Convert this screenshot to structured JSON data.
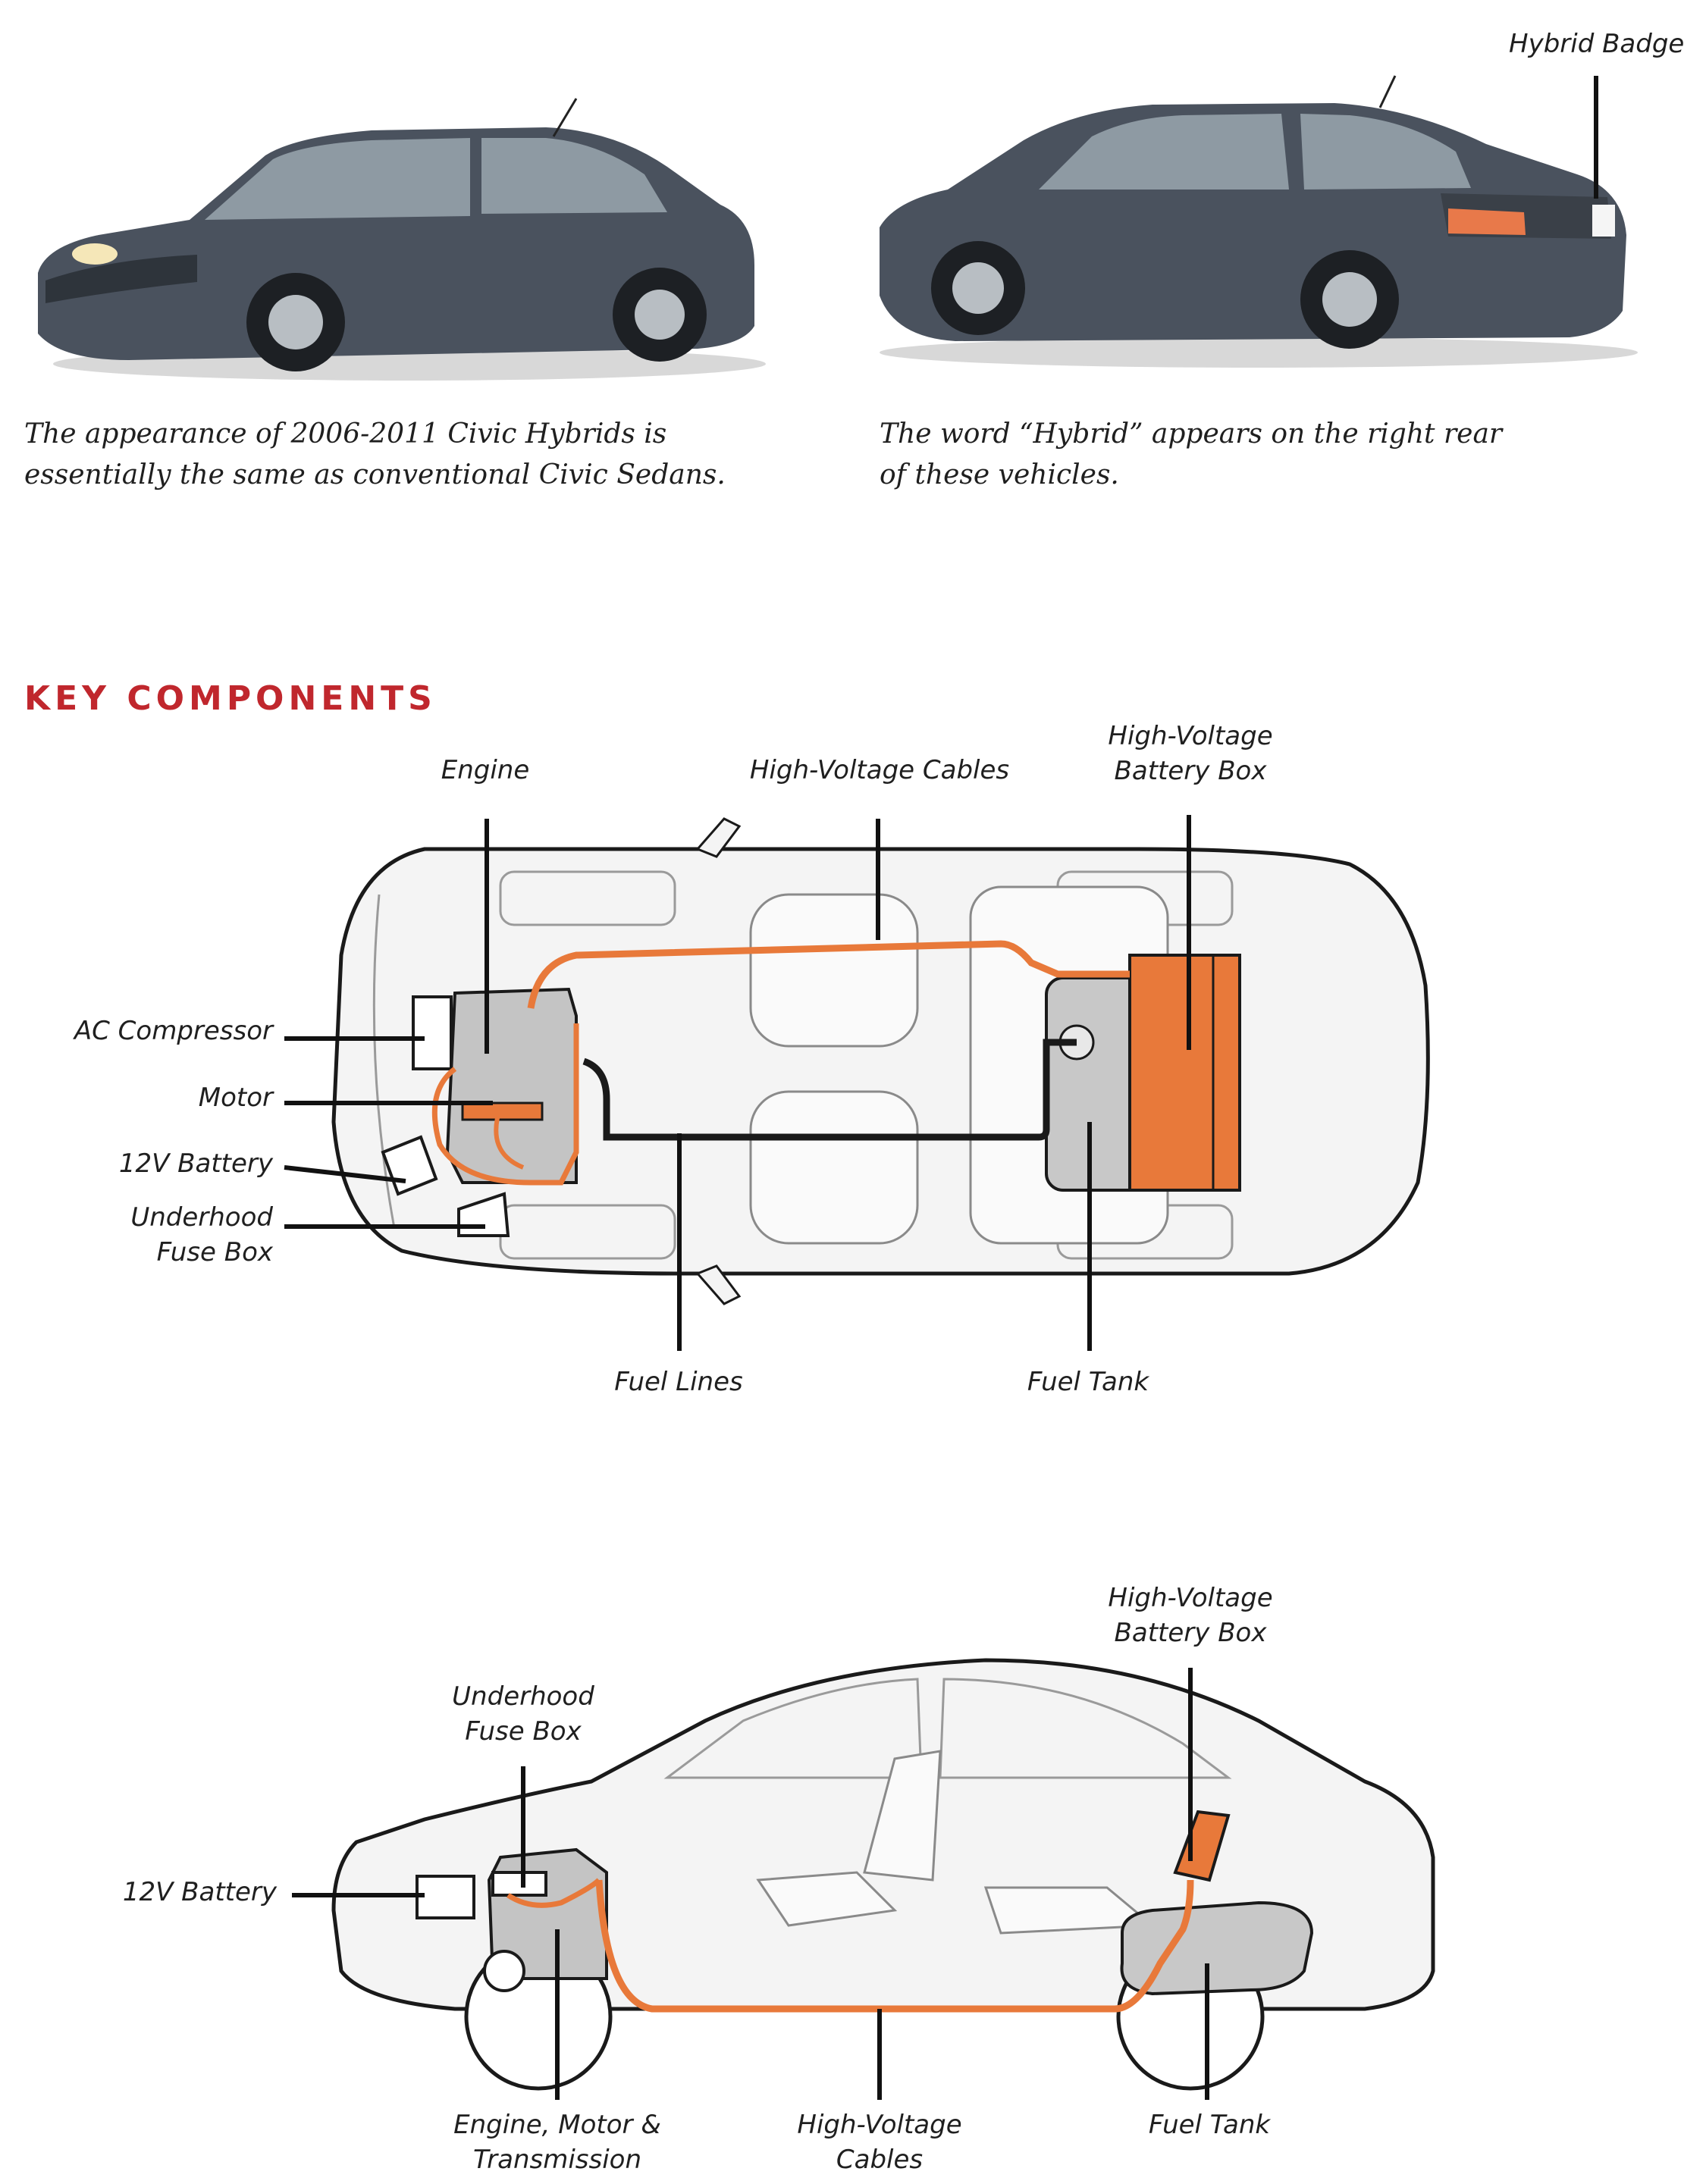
{
  "photos": {
    "left_caption": "The appearance of 2006-2011 Civic Hybrids is essentially the same as conventional Civic Sedans.",
    "right_caption": "The word “Hybrid” appears on the right rear of these vehicles.",
    "badge_label": "Hybrid Badge"
  },
  "section_title": "KEY COMPONENTS",
  "top_view": {
    "engine": "Engine",
    "hv_cables": "High-Voltage Cables",
    "hv_battery_box": "High-Voltage Battery Box",
    "ac_compressor": "AC Compressor",
    "motor": "Motor",
    "battery_12v": "12V Battery",
    "underhood_fuse_box": "Underhood Fuse Box",
    "fuel_lines": "Fuel Lines",
    "fuel_tank": "Fuel Tank"
  },
  "side_view": {
    "hv_battery_box": "High-Voltage Battery Box",
    "underhood_fuse_box": "Underhood Fuse Box",
    "battery_12v": "12V Battery",
    "engine_motor_transmission": "Engine, Motor & Transmission",
    "hv_cables": "High-Voltage Cables",
    "fuel_tank": "Fuel Tank"
  },
  "colors": {
    "accent_red": "#c0272d",
    "hv_orange": "#e8793a",
    "car_body": "#4a525e"
  }
}
